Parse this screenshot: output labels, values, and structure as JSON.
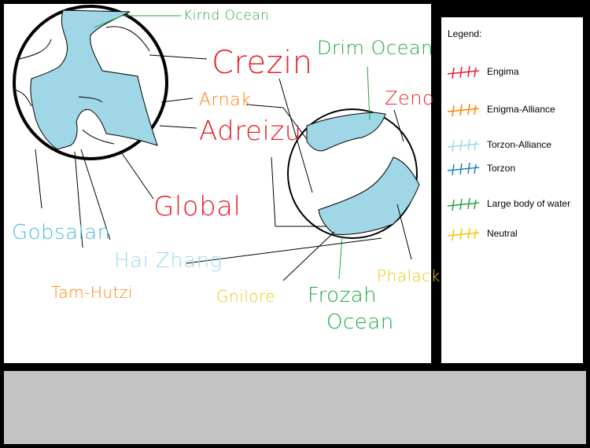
{
  "map": {
    "labels": {
      "kirnd_ocean": "Kirnd Ocean",
      "crezin": "Crezin",
      "arnak": "Arnak",
      "adreizu": "Adreizu",
      "global": "Global",
      "gobsalan": "Gobsalan",
      "hai_zhang": "Hai Zhang",
      "tam_hutzi": "Tam-Hutzi",
      "drim_ocean": "Drim Ocean",
      "zeno": "Zeno",
      "phalack": "Phalack",
      "gnilore": "Gnilore",
      "frozah_ocean_line1": "Frozah",
      "frozah_ocean_line2": "Ocean"
    },
    "colors": {
      "torzon_water": "#9fd7e6",
      "enigma": "#e8202a",
      "enigma_alliance": "#ff8000",
      "torzon_alliance": "#99d9ea",
      "torzon": "#1f7fc0",
      "large_water": "#22a640",
      "neutral": "#f2c500"
    }
  },
  "legend": {
    "title": "Legend:",
    "items": [
      {
        "label": "Engima",
        "color": "#e8202a"
      },
      {
        "label": "Enigma-Alliance",
        "color": "#ff8000"
      },
      {
        "label": "Torzon-Alliance",
        "color": "#99d9ea"
      },
      {
        "label": "Torzon",
        "color": "#1f7fc0"
      },
      {
        "label": "Large body of water",
        "color": "#22a640"
      },
      {
        "label": "Neutral",
        "color": "#f2c500"
      }
    ]
  }
}
